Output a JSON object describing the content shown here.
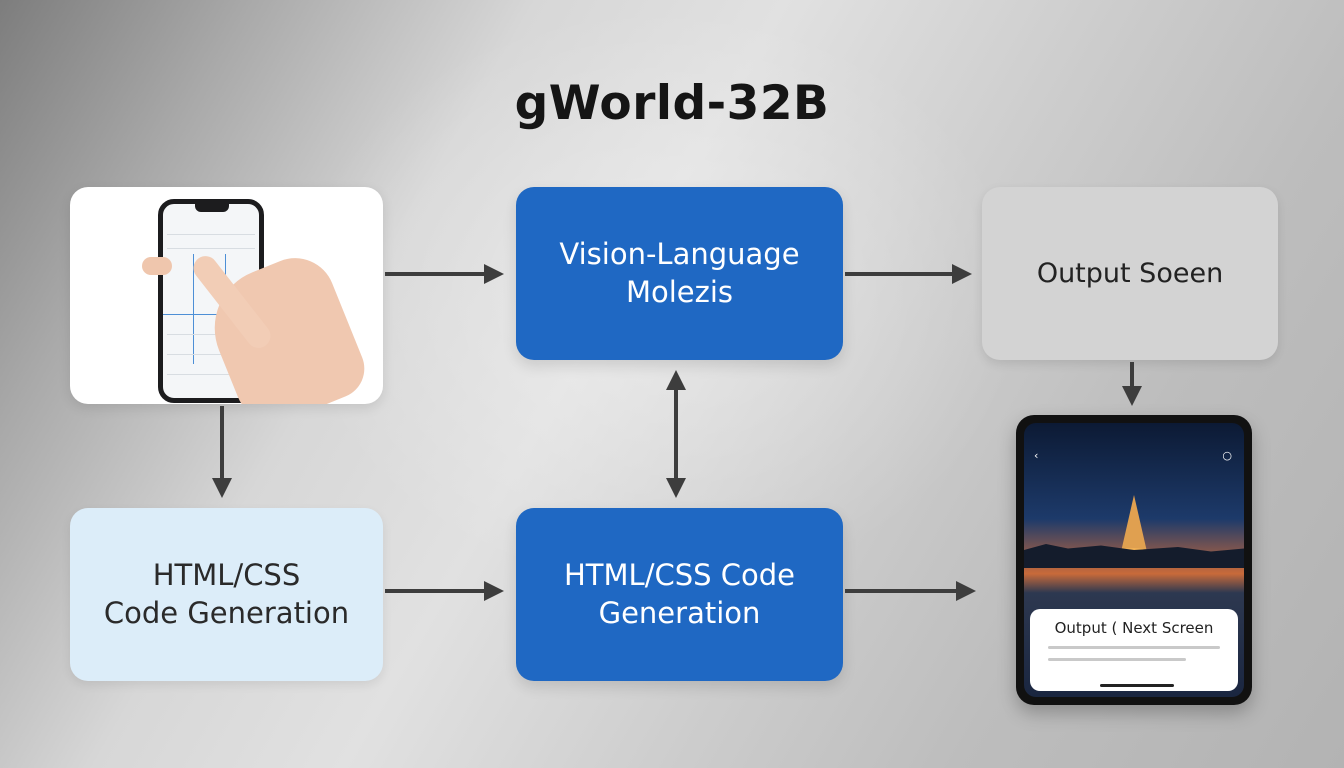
{
  "title": "gWorld-32B",
  "nodes": {
    "vision_language": {
      "line1": "Vision-Language",
      "line2": "Molezis"
    },
    "output_screen": {
      "label": "Output Soeen"
    },
    "html_css_left": {
      "line1": "HTML/CSS",
      "line2": "Code Generation"
    },
    "html_css_center": {
      "line1": "HTML/CSS Code",
      "line2": "Generation"
    },
    "output_next": {
      "label": "Output ( Next Screen"
    }
  },
  "colors": {
    "primary_blue": "#1f68c3",
    "light_blue": "#dcedf9",
    "grey_box": "#d3d3d3",
    "arrow": "#3d3d3d"
  },
  "icons": [
    "phone-input-photo",
    "tablet-output-mockup",
    "back-chevron-icon",
    "record-icon"
  ]
}
